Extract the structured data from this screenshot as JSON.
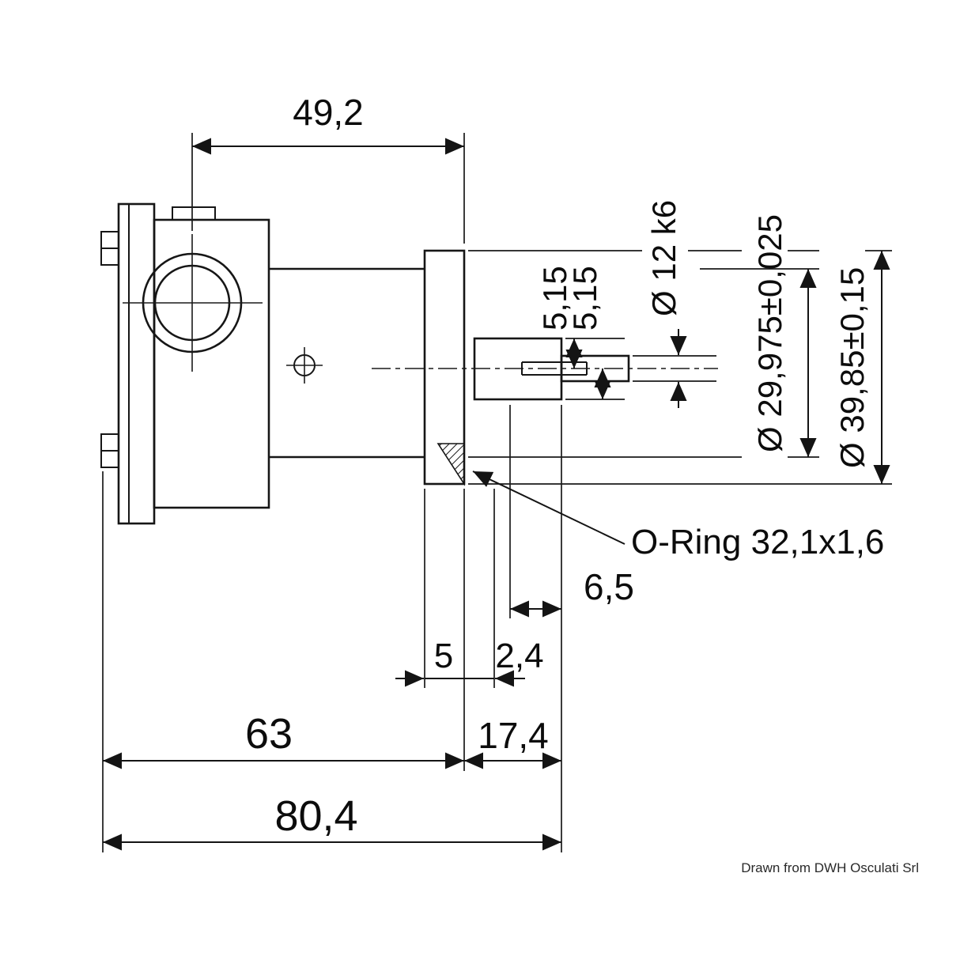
{
  "dimensions": {
    "top_width": "49,2",
    "shaft_offset_a": "5,15",
    "shaft_offset_b": "5,15",
    "shaft_diameter": "Ø 12 k6",
    "bearing_diameter": "Ø 29,975±0,025",
    "pilot_diameter": "Ø 39,85±0,15",
    "oring_label": "O-Ring 32,1x1,6",
    "hub_length": "6,5",
    "flange_thickness": "5",
    "groove_offset": "2,4",
    "body_length": "63",
    "shaft_extension": "17,4",
    "overall_length": "80,4"
  },
  "footer": {
    "credit": "Drawn from DWH Osculati Srl"
  },
  "drawing": {
    "subject": "pump-cross-section-side-view",
    "line_color": "#161616",
    "background_color": "#ffffff"
  }
}
